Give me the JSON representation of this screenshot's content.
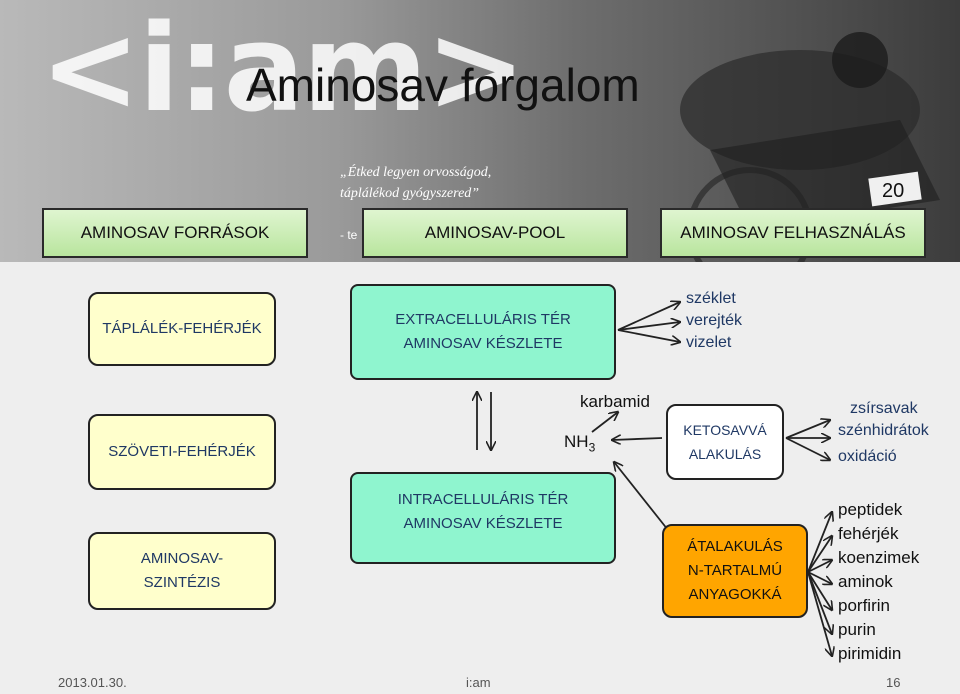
{
  "title": "Aminosav forgalom",
  "quote": {
    "line1": "„Étked legyen orvosságod,",
    "line2": "táplálékod gyógyszered”",
    "line3": "- te"
  },
  "logo": "<i:am>",
  "bib_number": "20",
  "headers": {
    "sources": "AMINOSAV FORRÁSOK",
    "pool": "AMINOSAV-POOL",
    "usage": "AMINOSAV FELHASZNÁLÁS"
  },
  "sources": {
    "food": "TÁPLÁLÉK-FEHÉRJÉK",
    "tissue": "SZÖVETI-FEHÉRJÉK",
    "synthesis_1": "AMINOSAV-",
    "synthesis_2": "SZINTÉZIS"
  },
  "pool": {
    "extra_1": "EXTRACELLULÁRIS TÉR",
    "extra_2": "AMINOSAV KÉSZLETE",
    "intra_1": "INTRACELLULÁRIS TÉR",
    "intra_2": "AMINOSAV KÉSZLETE"
  },
  "excretion": [
    "széklet",
    "verejték",
    "vizelet"
  ],
  "urea": "karbamid",
  "ammonia": "NH",
  "ammonia_sub": "3",
  "keto": {
    "line1": "KETOSAVVÁ",
    "line2": "ALAKULÁS"
  },
  "transform": {
    "line1": "ÁTALAKULÁS",
    "line2": "N-TARTALMÚ",
    "line3": "ANYAGOKKÁ"
  },
  "oxidation": [
    "zsírsavak",
    "szénhidrátok",
    "oxidáció"
  ],
  "products": [
    "peptidek",
    "fehérjék",
    "koenzimek",
    "aminok",
    "porfirin",
    "purin",
    "pirimidin"
  ],
  "footer": {
    "date": "2013.01.30.",
    "center": "i:am",
    "page": "16"
  },
  "colors": {
    "yellow_box": "#ffffcc",
    "aqua_box": "#8ff5cf",
    "orange_box": "#ffa500",
    "header_green": "#b9e59e",
    "text_navy": "#1f3864"
  }
}
